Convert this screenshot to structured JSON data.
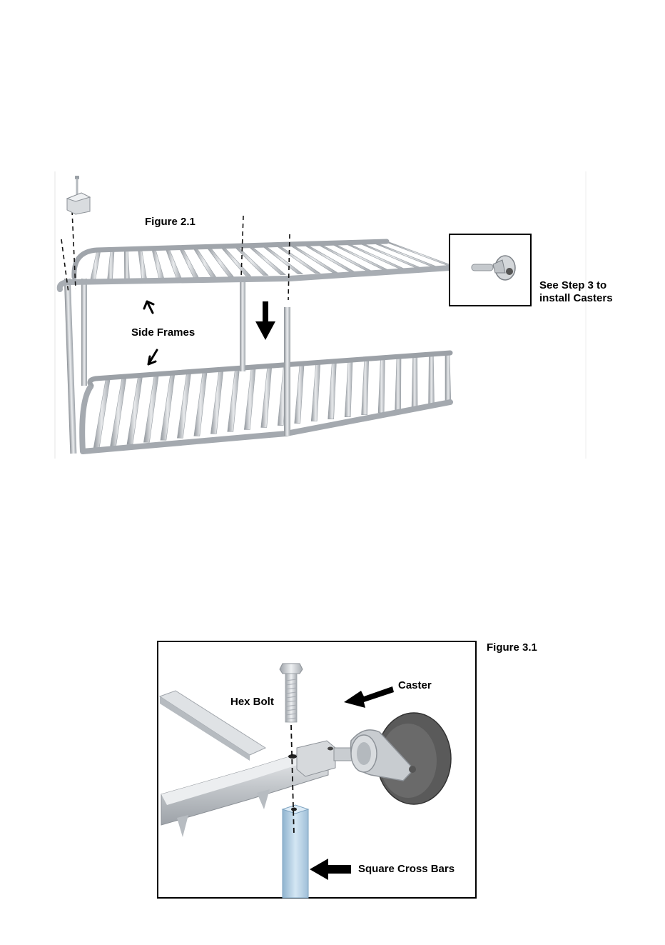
{
  "figure_2_1": {
    "title": "Figure 2.1",
    "side_frames_label": "Side Frames",
    "caster_note_line1": "See Step 3 to",
    "caster_note_line2": "install Casters"
  },
  "figure_3_1": {
    "title": "Figure 3.1",
    "hex_bolt_label": "Hex Bolt",
    "caster_label": "Caster",
    "cross_bars_label": "Square Cross Bars"
  },
  "colors": {
    "metal_light": "#e4e6e8",
    "metal_mid": "#b9bdc2",
    "metal_dark": "#8d9298",
    "wheel": "#555555",
    "cross_bar_blue": "#b9d6ea"
  }
}
